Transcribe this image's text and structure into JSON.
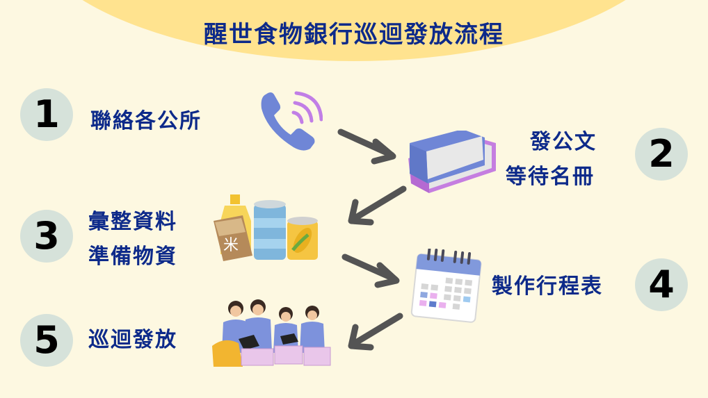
{
  "title": "醒世食物銀行巡迴發放流程",
  "steps": [
    {
      "number": "1",
      "lines": [
        "聯絡各公所"
      ],
      "icon": "phone-icon"
    },
    {
      "number": "2",
      "lines": [
        "發公文",
        "等待名冊"
      ],
      "icon": "books-icon"
    },
    {
      "number": "3",
      "lines": [
        "彙整資料",
        "準備物資"
      ],
      "icon": "food-supplies-icon"
    },
    {
      "number": "4",
      "lines": [
        "製作行程表"
      ],
      "icon": "calendar-icon"
    },
    {
      "number": "5",
      "lines": [
        "巡迴發放"
      ],
      "icon": "volunteers-icon"
    }
  ],
  "colors": {
    "background": "#fdf8e1",
    "header": "#ffe38f",
    "text": "#0d2a8a",
    "badge": "#d6e2da",
    "arrow": "#545454"
  }
}
